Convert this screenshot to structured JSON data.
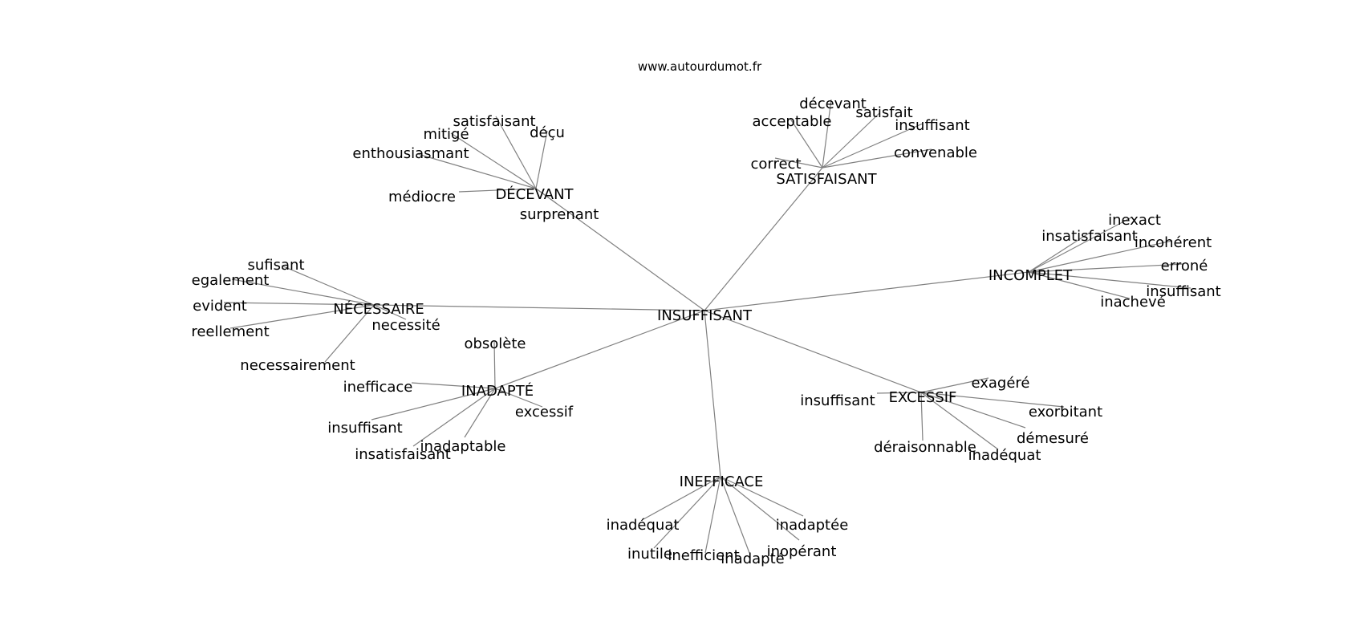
{
  "site": "www.autourdumot.fr",
  "center": "INSUFFISANT",
  "clusters": [
    {
      "label": "DÉCEVANT",
      "words": [
        "satisfaisant",
        "mitigé",
        "déçu",
        "enthousiasmant",
        "médiocre",
        "surprenant"
      ]
    },
    {
      "label": "SATISFAISANT",
      "words": [
        "décevant",
        "acceptable",
        "satisfait",
        "insuffisant",
        "correct",
        "convenable"
      ]
    },
    {
      "label": "INCOMPLET",
      "words": [
        "inexact",
        "insatisfaisant",
        "incohérent",
        "erroné",
        "insuffisant",
        "inachevé"
      ]
    },
    {
      "label": "NÉCESSAIRE",
      "words": [
        "sufisant",
        "egalement",
        "evident",
        "reellement",
        "necessité",
        "necessairement"
      ]
    },
    {
      "label": "INADAPTÉ",
      "words": [
        "obsolète",
        "inefficace",
        "excessif",
        "insuffisant",
        "inadaptable",
        "insatisfaisant"
      ]
    },
    {
      "label": "EXCESSIF",
      "words": [
        "exagéré",
        "insuffisant",
        "exorbitant",
        "démesuré",
        "déraisonnable",
        "inadéquat"
      ]
    },
    {
      "label": "INEFFICACE",
      "words": [
        "inadéquat",
        "inadaptée",
        "inopérant",
        "inutile",
        "inefficient",
        "inadapté"
      ]
    }
  ]
}
